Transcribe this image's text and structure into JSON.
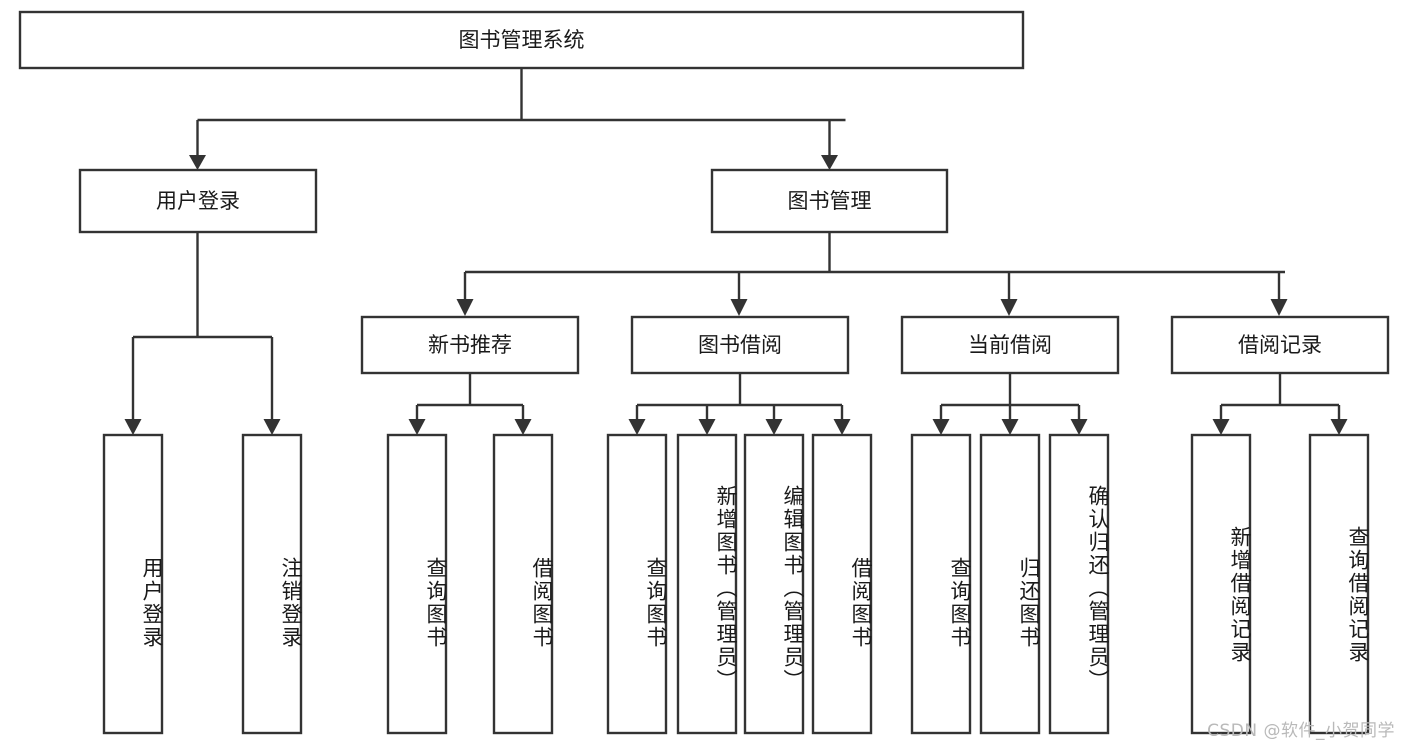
{
  "diagram": {
    "type": "tree",
    "title": "图书管理系统",
    "watermark": "CSDN @软件_小贺同学",
    "colors": {
      "box_stroke": "#333333",
      "box_fill": "#ffffff",
      "text": "#1a1a1a",
      "connector": "#333333",
      "watermark": "#b9b9b9",
      "background": "#ffffff"
    },
    "levels": {
      "root": "图书管理系统",
      "level2": [
        "用户登录",
        "图书管理"
      ],
      "level3": [
        "新书推荐",
        "图书借阅",
        "当前借阅",
        "借阅记录"
      ]
    },
    "nodes": {
      "root": {
        "label": "图书管理系统"
      },
      "user_login": {
        "label": "用户登录"
      },
      "book_manage": {
        "label": "图书管理"
      },
      "new_book_rec": {
        "label": "新书推荐"
      },
      "book_borrow": {
        "label": "图书借阅"
      },
      "current_borrow": {
        "label": "当前借阅"
      },
      "borrow_record": {
        "label": "借阅记录"
      }
    },
    "leaves": [
      {
        "id": "leaf-user-login",
        "parent": "用户登录",
        "label": "用户登录"
      },
      {
        "id": "leaf-logout-login",
        "parent": "用户登录",
        "label": "注销登录"
      },
      {
        "id": "leaf-query-book-1",
        "parent": "新书推荐",
        "label": "查询图书"
      },
      {
        "id": "leaf-borrow-book-1",
        "parent": "新书推荐",
        "label": "借阅图书"
      },
      {
        "id": "leaf-query-book-2",
        "parent": "图书借阅",
        "label": "查询图书"
      },
      {
        "id": "leaf-add-book",
        "parent": "图书借阅",
        "label": "新增图书（管理员）"
      },
      {
        "id": "leaf-edit-book",
        "parent": "图书借阅",
        "label": "编辑图书（管理员）"
      },
      {
        "id": "leaf-borrow-book-2",
        "parent": "图书借阅",
        "label": "借阅图书"
      },
      {
        "id": "leaf-query-book-3",
        "parent": "当前借阅",
        "label": "查询图书"
      },
      {
        "id": "leaf-return-book",
        "parent": "当前借阅",
        "label": "归还图书"
      },
      {
        "id": "leaf-confirm-return",
        "parent": "当前借阅",
        "label": "确认归还（管理员）"
      },
      {
        "id": "leaf-add-record",
        "parent": "借阅记录",
        "label": "新增借阅记录"
      },
      {
        "id": "leaf-query-record",
        "parent": "借阅记录",
        "label": "查询借阅记录"
      }
    ]
  }
}
